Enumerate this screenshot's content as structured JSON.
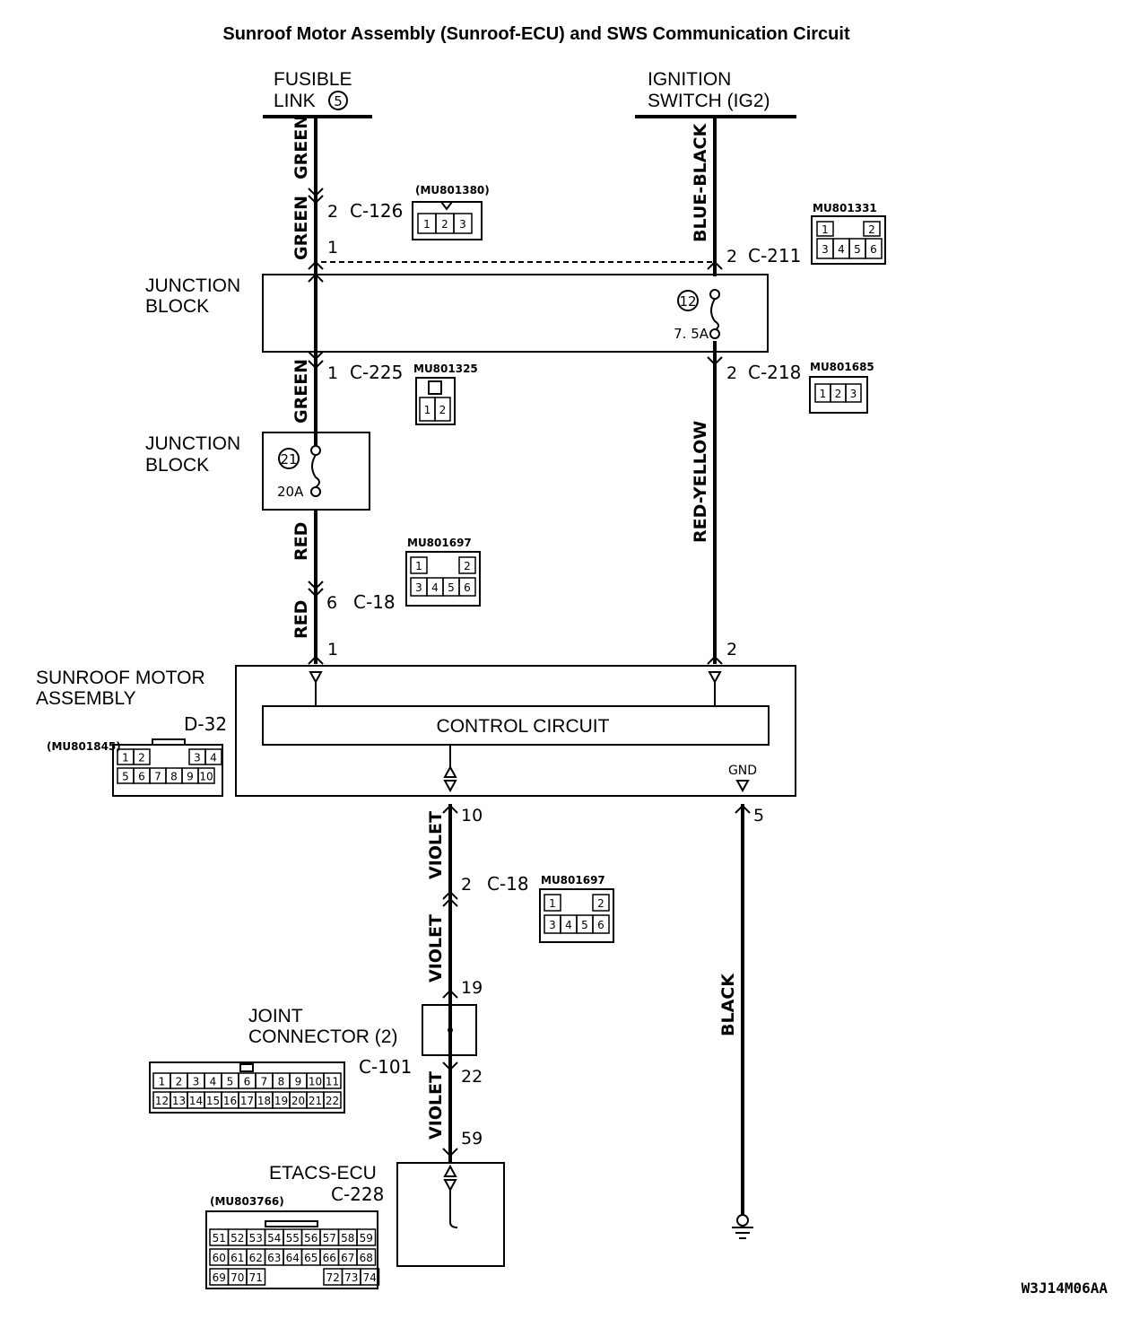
{
  "title": "Sunroof Motor Assembly (Sunroof-ECU) and SWS Communication Circuit",
  "drawing_id": "W3J14M06AA",
  "sources": {
    "fusible_link_line1": "FUSIBLE",
    "fusible_link_line2": "LINK",
    "fusible_link_num": "5",
    "ignition_line1": "IGNITION",
    "ignition_line2": "SWITCH (IG2)"
  },
  "wires": {
    "green_1": "GREEN",
    "green_2": "GREEN",
    "green_3": "GREEN",
    "red_1": "RED",
    "red_2": "RED",
    "blue_black": "BLUE-BLACK",
    "red_yellow": "RED-YELLOW",
    "violet_1": "VIOLET",
    "violet_2": "VIOLET",
    "violet_3": "VIOLET",
    "black": "BLACK"
  },
  "connectors": {
    "c126": {
      "pin": "2",
      "name": "C-126",
      "part": "(MU801380)",
      "cells": [
        "1",
        "2",
        "3"
      ]
    },
    "c211": {
      "pin": "2",
      "name": "C-211",
      "part": "MU801331",
      "cells_top": [
        "1",
        "2"
      ],
      "cells_bot": [
        "3",
        "4",
        "5",
        "6"
      ]
    },
    "c225": {
      "pin": "1",
      "name": "C-225",
      "part": "MU801325",
      "cells": [
        "1",
        "2"
      ]
    },
    "c218": {
      "pin": "2",
      "name": "C-218",
      "part": "MU801685",
      "cells": [
        "1",
        "2",
        "3"
      ]
    },
    "c18_top": {
      "pin": "6",
      "name": "C-18",
      "part": "MU801697",
      "cells_top": [
        "1",
        "2"
      ],
      "cells_bot": [
        "3",
        "4",
        "5",
        "6"
      ]
    },
    "c18_bot": {
      "pin": "2",
      "name": "C-18",
      "part": "MU801697",
      "cells_top": [
        "1",
        "2"
      ],
      "cells_bot": [
        "3",
        "4",
        "5",
        "6"
      ]
    },
    "d32": {
      "name": "D-32",
      "part": "(MU801845)",
      "cells_top": [
        "1",
        "2",
        "3",
        "4"
      ],
      "cells_bot": [
        "5",
        "6",
        "7",
        "8",
        "9",
        "10"
      ]
    },
    "c101": {
      "name": "C-101",
      "cells_top": [
        "1",
        "2",
        "3",
        "4",
        "5",
        "6",
        "7",
        "8",
        "9",
        "10",
        "11"
      ],
      "cells_bot": [
        "12",
        "13",
        "14",
        "15",
        "16",
        "17",
        "18",
        "19",
        "20",
        "21",
        "22"
      ]
    },
    "c228": {
      "name": "C-228",
      "part": "(MU803766)",
      "row1": [
        "51",
        "52",
        "53",
        "54",
        "55",
        "56",
        "57",
        "58",
        "59"
      ],
      "row2": [
        "60",
        "61",
        "62",
        "63",
        "64",
        "65",
        "66",
        "67",
        "68"
      ],
      "row3a": [
        "69",
        "70",
        "71"
      ],
      "row3b": [
        "72",
        "73",
        "74"
      ]
    }
  },
  "pins": {
    "green_jb_in": "1",
    "motor_red": "1",
    "motor_ry": "2",
    "motor_violet": "10",
    "motor_gnd": "5",
    "joint_in": "19",
    "joint_out": "22",
    "etacs_in": "59"
  },
  "junction_block_1": {
    "label_line1": "JUNCTION",
    "label_line2": "BLOCK",
    "fuse_num": "12",
    "fuse_rating": "7. 5A"
  },
  "junction_block_2": {
    "label_line1": "JUNCTION",
    "label_line2": "BLOCK",
    "fuse_num": "21",
    "fuse_rating": "20A"
  },
  "sunroof_motor": {
    "label_line1": "SUNROOF MOTOR",
    "label_line2": "ASSEMBLY",
    "control_circuit": "CONTROL CIRCUIT",
    "gnd": "GND"
  },
  "joint_connector": {
    "label_line1": "JOINT",
    "label_line2": "CONNECTOR (2)"
  },
  "etacs": {
    "label": "ETACS-ECU"
  }
}
